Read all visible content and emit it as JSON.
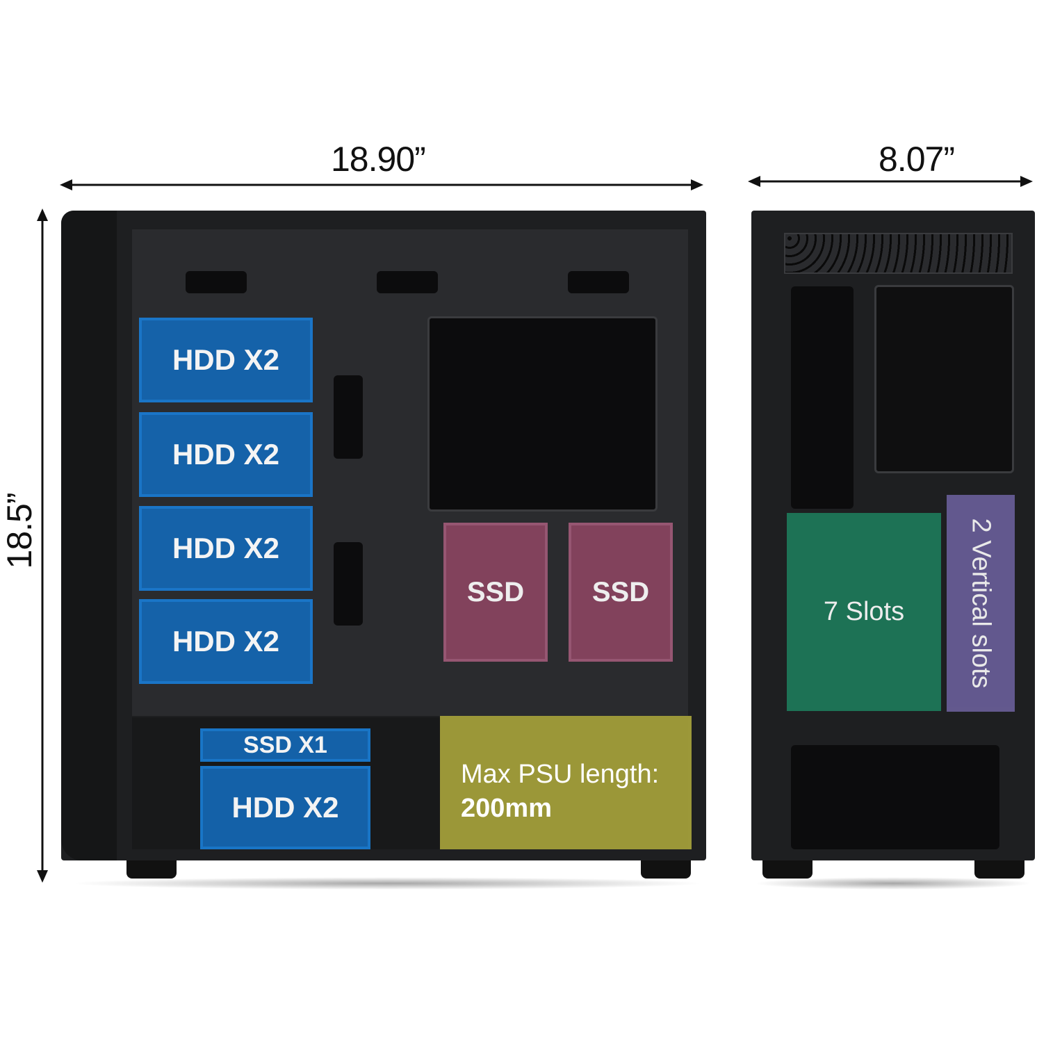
{
  "dimensions": {
    "side_width": "18.90”",
    "front_width": "8.07”",
    "height": "18.5”"
  },
  "side_panel": {
    "hdd_bays": [
      "HDD X2",
      "HDD X2",
      "HDD X2",
      "HDD X2"
    ],
    "ssd_mounts": [
      "SSD",
      "SSD"
    ],
    "bottom_ssd": "SSD X1",
    "bottom_hdd": "HDD X2",
    "psu_line1": "Max PSU length:",
    "psu_line2": "200mm"
  },
  "rear_panel": {
    "expansion_slots": "7 Slots",
    "vertical_slots": "2 Vertical slots"
  },
  "colors": {
    "hdd": "#1465b0",
    "ssd": "#8a4460",
    "psu": "#aaa53c",
    "slots": "#1d7a5a",
    "vertical": "#6a5f9a",
    "case": "#1e1f21"
  }
}
